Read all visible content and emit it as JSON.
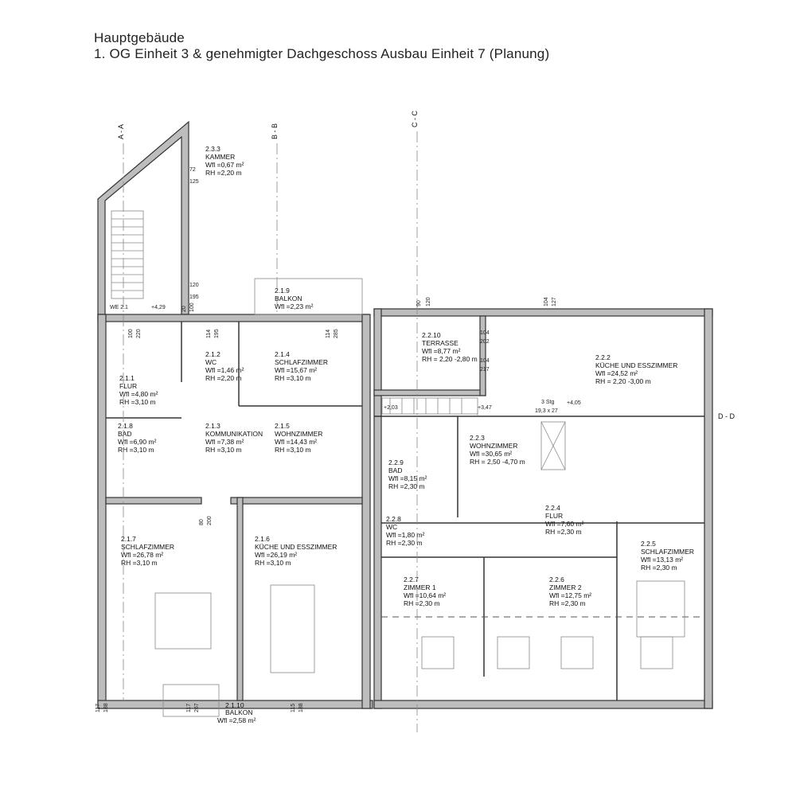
{
  "header": {
    "line1": "Hauptgebäude",
    "line2": "1. OG Einheit 3 & genehmigter Dachgeschoss Ausbau  Einheit 7 (Planung)"
  },
  "sections": [
    "A - A",
    "B - B",
    "C - C",
    "D - D"
  ],
  "markers": {
    "we": "WE 2.1",
    "level_1": "+4,29",
    "level_2": "+2,03",
    "level_3": "+3,47",
    "level_4": "+4,05",
    "stair_note_1": "3 Stg",
    "stair_note_2": "19,3 x 27"
  },
  "rooms": [
    {
      "id": "2.3.3",
      "name": "KAMMER",
      "area": "Wfl =0,67 m²",
      "height": "RH =2,20 m"
    },
    {
      "id": "2.1.9",
      "name": "BALKON",
      "area": "Wfl =2,23 m²",
      "height": ""
    },
    {
      "id": "2.1.2",
      "name": "WC",
      "area": "Wfl =1,46 m²",
      "height": "RH =2,20 m"
    },
    {
      "id": "2.1.4",
      "name": "SCHLAFZIMMER",
      "area": "Wfl =15,67 m²",
      "height": "RH =3,10 m"
    },
    {
      "id": "2.1.1",
      "name": "FLUR",
      "area": "Wfl =4,80 m²",
      "height": "RH =3,10 m"
    },
    {
      "id": "2.1.8",
      "name": "BAD",
      "area": "Wfl =6,90 m²",
      "height": "RH =3,10 m"
    },
    {
      "id": "2.1.3",
      "name": "KOMMUNIKATION",
      "area": "Wfl =7,38 m²",
      "height": "RH =3,10 m"
    },
    {
      "id": "2.1.5",
      "name": "WOHNZIMMER",
      "area": "Wfl =14,43 m²",
      "height": "RH =3,10 m"
    },
    {
      "id": "2.1.7",
      "name": "SCHLAFZIMMER",
      "area": "Wfl =26,78 m²",
      "height": "RH =3,10 m"
    },
    {
      "id": "2.1.6",
      "name": "KÜCHE UND ESSZIMMER",
      "area": "Wfl =26,19 m²",
      "height": "RH =3,10 m"
    },
    {
      "id": "2.1.10",
      "name": "BALKON",
      "area": "Wfl =2,58 m²",
      "height": ""
    },
    {
      "id": "2.2.10",
      "name": "TERRASSE",
      "area": "Wfl =8,77 m²",
      "height": "RH = 2,20 -2,80 m"
    },
    {
      "id": "2.2.2",
      "name": "KÜCHE UND ESSZIMMER",
      "area": "Wfl =24,52 m²",
      "height": "RH = 2,20 -3,00 m"
    },
    {
      "id": "2.2.3",
      "name": "WOHNZIMMER",
      "area": "Wfl =30,65 m²",
      "height": "RH = 2,50 -4,70 m"
    },
    {
      "id": "2.2.9",
      "name": "BAD",
      "area": "Wfl =8,15 m²",
      "height": "RH =2,30 m"
    },
    {
      "id": "2.2.4",
      "name": "FLUR",
      "area": "Wfl =7,60 m²",
      "height": "RH =2,30 m"
    },
    {
      "id": "2.2.8",
      "name": "WC",
      "area": "Wfl =1,80 m²",
      "height": "RH =2,30 m"
    },
    {
      "id": "2.2.5",
      "name": "SCHLAFZIMMER",
      "area": "Wfl =13,13 m²",
      "height": "RH =2,30 m"
    },
    {
      "id": "2.2.7",
      "name": "ZIMMER 1",
      "area": "Wfl =10,64 m²",
      "height": "RH =2,30 m"
    },
    {
      "id": "2.2.6",
      "name": "ZIMMER 2",
      "area": "Wfl =12,75 m²",
      "height": "RH =2,30 m"
    }
  ],
  "dimensions": [
    "72",
    "125",
    "120",
    "195",
    "20",
    "100",
    "114",
    "195",
    "114",
    "285",
    "100",
    "220",
    "90",
    "120",
    "104",
    "127",
    "104",
    "202",
    "104",
    "217",
    "117",
    "188",
    "117",
    "267",
    "115",
    "188",
    "80",
    "200"
  ]
}
